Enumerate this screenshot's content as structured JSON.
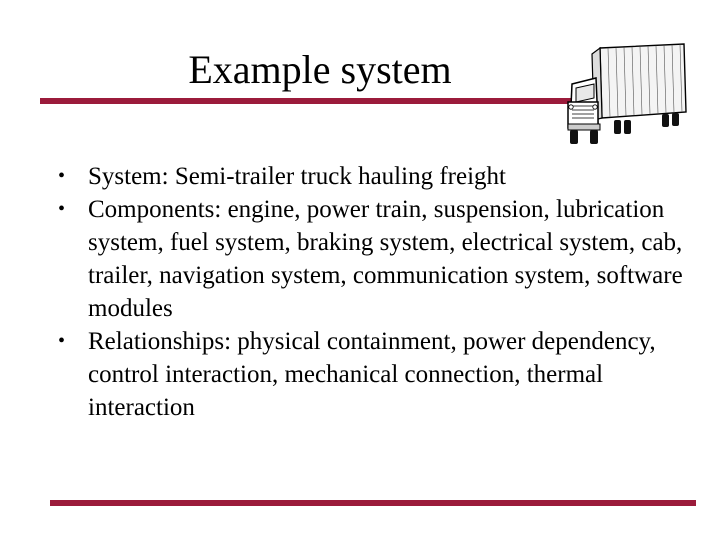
{
  "slide": {
    "title": "Example system",
    "accent_color": "#9b1b3b",
    "image_icon": "semi-trailer-truck-icon",
    "bullets": [
      {
        "text": "System: Semi-trailer truck hauling freight"
      },
      {
        "text": "Components: engine, power train, suspension, lubrication system, fuel system, braking system, electrical system, cab, trailer, navigation system, communication system, software modules"
      },
      {
        "text": "Relationships: physical containment, power dependency, control interaction, mechanical connection, thermal interaction"
      }
    ]
  }
}
